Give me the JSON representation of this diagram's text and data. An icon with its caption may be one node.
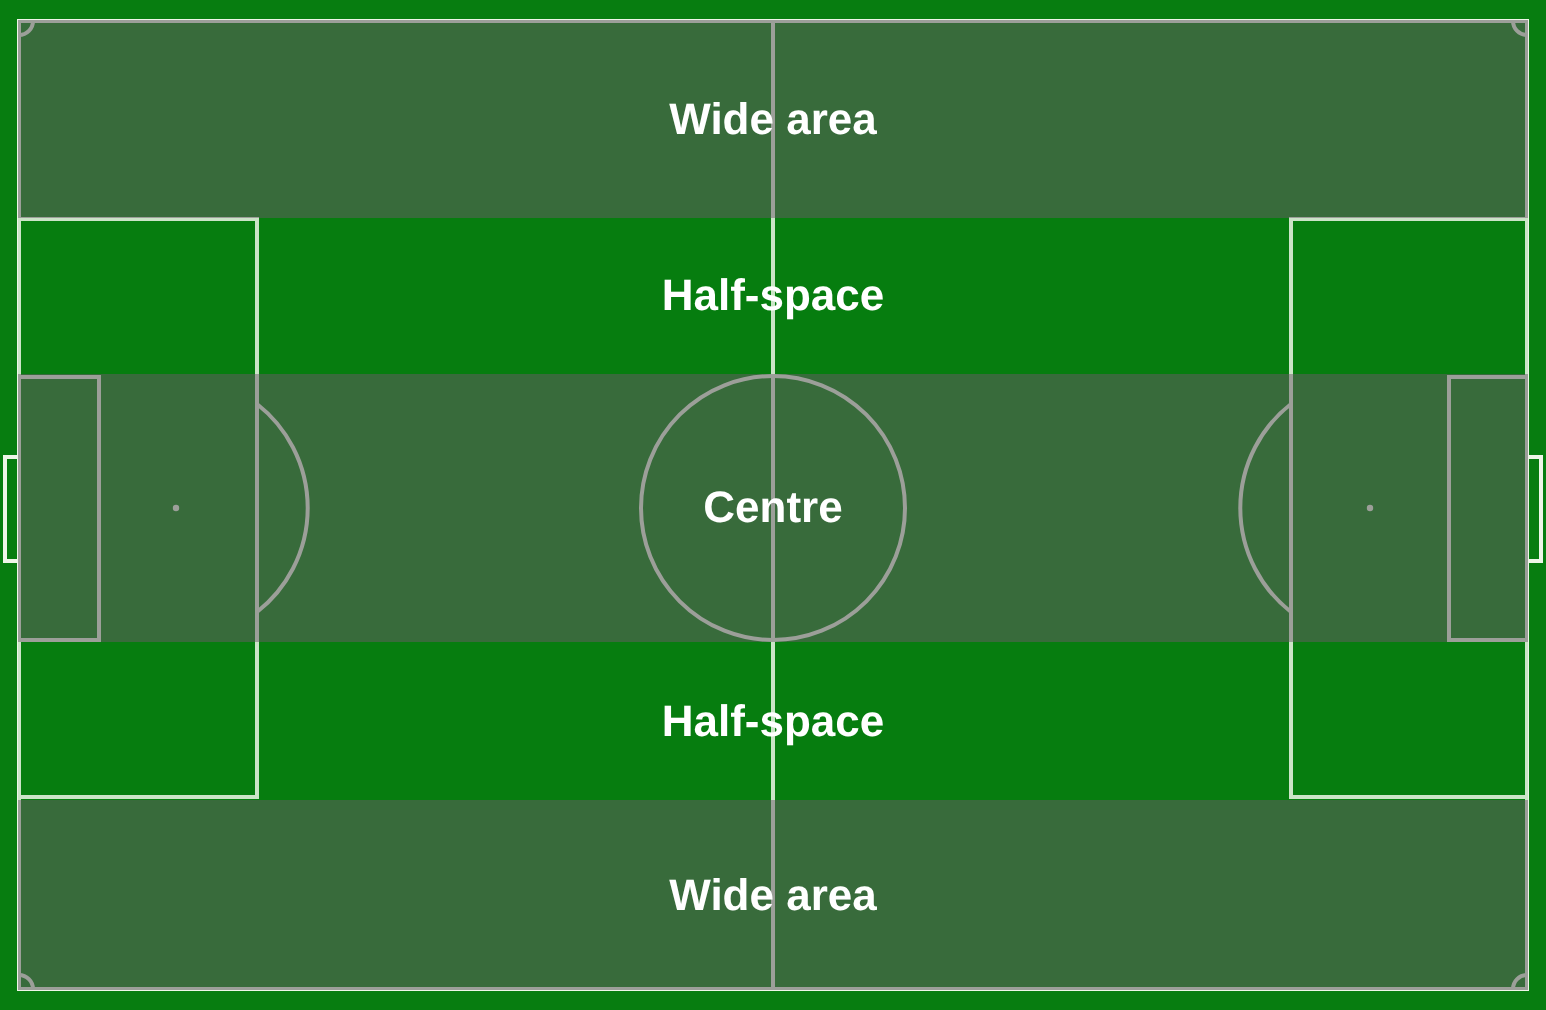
{
  "diagram": {
    "nodes": [
      {
        "text": [
          "Wide area"
        ]
      },
      {
        "text": [
          "Half-space"
        ]
      },
      {
        "text": [
          "Centre"
        ]
      },
      {
        "text": [
          "Half-space"
        ]
      },
      {
        "text": [
          "Wide area"
        ]
      }
    ]
  }
}
